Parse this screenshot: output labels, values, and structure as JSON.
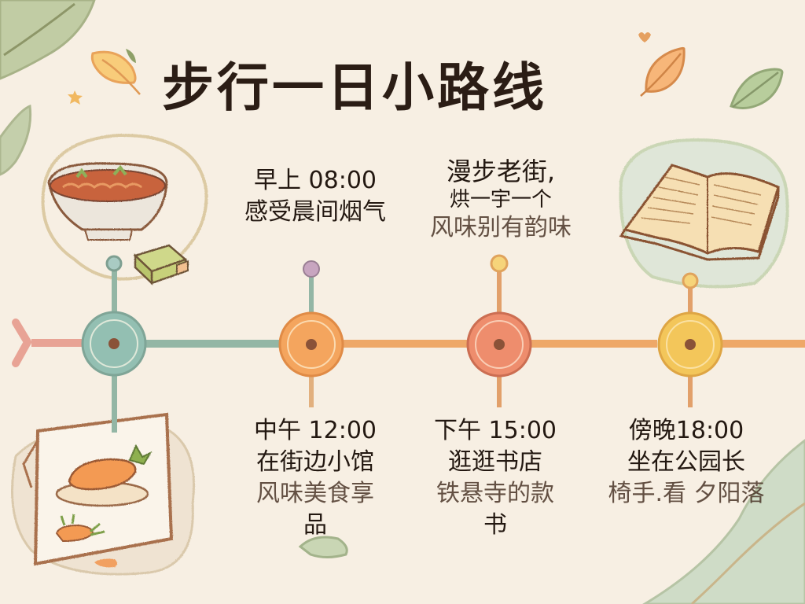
{
  "title": "步行一日小路线",
  "timeline": {
    "colors": {
      "track_left": "#e8a395",
      "track_green": "#93b6a5",
      "track_orange": "#eea868",
      "node_teal": "#93bfb2",
      "node_orange": "#f4a55e",
      "node_coral": "#ee8d6d",
      "node_yellow": "#f3c65a",
      "node_center": "#8a5238",
      "pin_lilac": "#c8a5c0",
      "pin_yellow": "#f6d47a",
      "pin_teal": "#a9cbc3"
    },
    "stops": [
      {
        "id": "morning",
        "time": "早上 08:00",
        "desc": "感受晨间烟气",
        "position": "top"
      },
      {
        "id": "noon",
        "time": "中午 12:00",
        "desc_lines": [
          "在街边小馆",
          "风味美食享",
          "品"
        ],
        "position": "bottom"
      },
      {
        "id": "walk",
        "desc_lines": [
          "漫步老街,",
          "烘一宇一个",
          "风味别有韵味"
        ],
        "position": "top"
      },
      {
        "id": "afternoon",
        "time": "下午 15:00",
        "desc_lines": [
          "逛逛书店",
          "铁悬寺的款",
          "书"
        ],
        "position": "bottom"
      },
      {
        "id": "evening",
        "time": "傍晚18:00",
        "desc_lines": [
          "坐在公园长",
          "椅手.看 夕阳落"
        ],
        "position": "bottom"
      }
    ]
  },
  "illustrations": {
    "noodle_bowl": "noodle-bowl-icon",
    "carrot_plate": "carrot-plate-icon",
    "open_book": "open-book-icon",
    "leaves": [
      "leaf-yellow",
      "leaf-orange",
      "leaf-green"
    ]
  }
}
